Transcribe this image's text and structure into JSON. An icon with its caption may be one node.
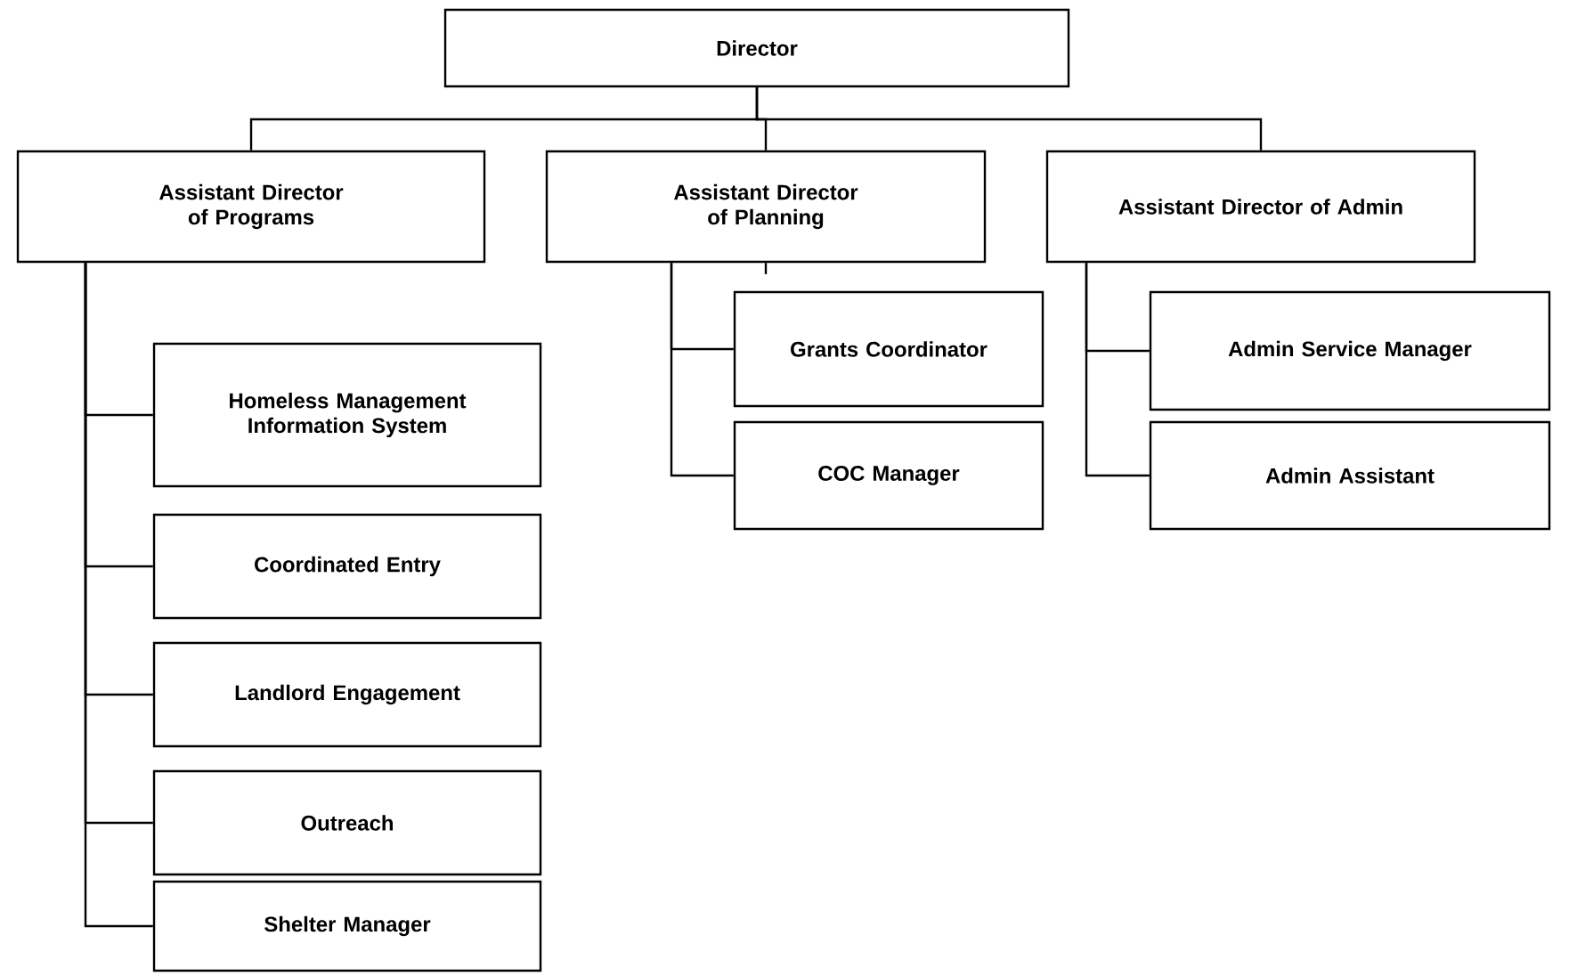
{
  "diagram": {
    "nodes": [
      {
        "text": [
          "Director"
        ]
      },
      {
        "text": [
          "Assistant Director of Programs"
        ]
      },
      {
        "text": [
          "Assistant Director of Planning"
        ]
      },
      {
        "text": [
          "Assistant Director of Admin"
        ]
      },
      {
        "text": [
          "Homeless Management Information System"
        ]
      },
      {
        "text": [
          "Coordinated Entry"
        ]
      },
      {
        "text": [
          "Landlord Engagement"
        ]
      },
      {
        "text": [
          "Outreach"
        ]
      },
      {
        "text": [
          "Shelter Manager"
        ]
      },
      {
        "text": [
          "Grants Coordinator"
        ]
      },
      {
        "text": [
          "COC Manager"
        ]
      },
      {
        "text": [
          "Admin Service Manager"
        ]
      },
      {
        "text": [
          "Admin Assistant"
        ]
      }
    ],
    "edges": [
      {
        "from": 0,
        "to": 1,
        "arrow": "none"
      },
      {
        "from": 0,
        "to": 2,
        "arrow": "none"
      },
      {
        "from": 0,
        "to": 3,
        "arrow": "none"
      },
      {
        "from": 1,
        "to": 4,
        "arrow": "none"
      },
      {
        "from": 1,
        "to": 5,
        "arrow": "none"
      },
      {
        "from": 1,
        "to": 6,
        "arrow": "none"
      },
      {
        "from": 1,
        "to": 7,
        "arrow": "none"
      },
      {
        "from": 1,
        "to": 8,
        "arrow": "none"
      },
      {
        "from": 2,
        "to": 9,
        "arrow": "none"
      },
      {
        "from": 2,
        "to": 10,
        "arrow": "none"
      },
      {
        "from": 3,
        "to": 11,
        "arrow": "none"
      },
      {
        "from": 3,
        "to": 12,
        "arrow": "none"
      },
      {
        "from": 2,
        "to": 9,
        "arrow": "none"
      }
    ]
  }
}
